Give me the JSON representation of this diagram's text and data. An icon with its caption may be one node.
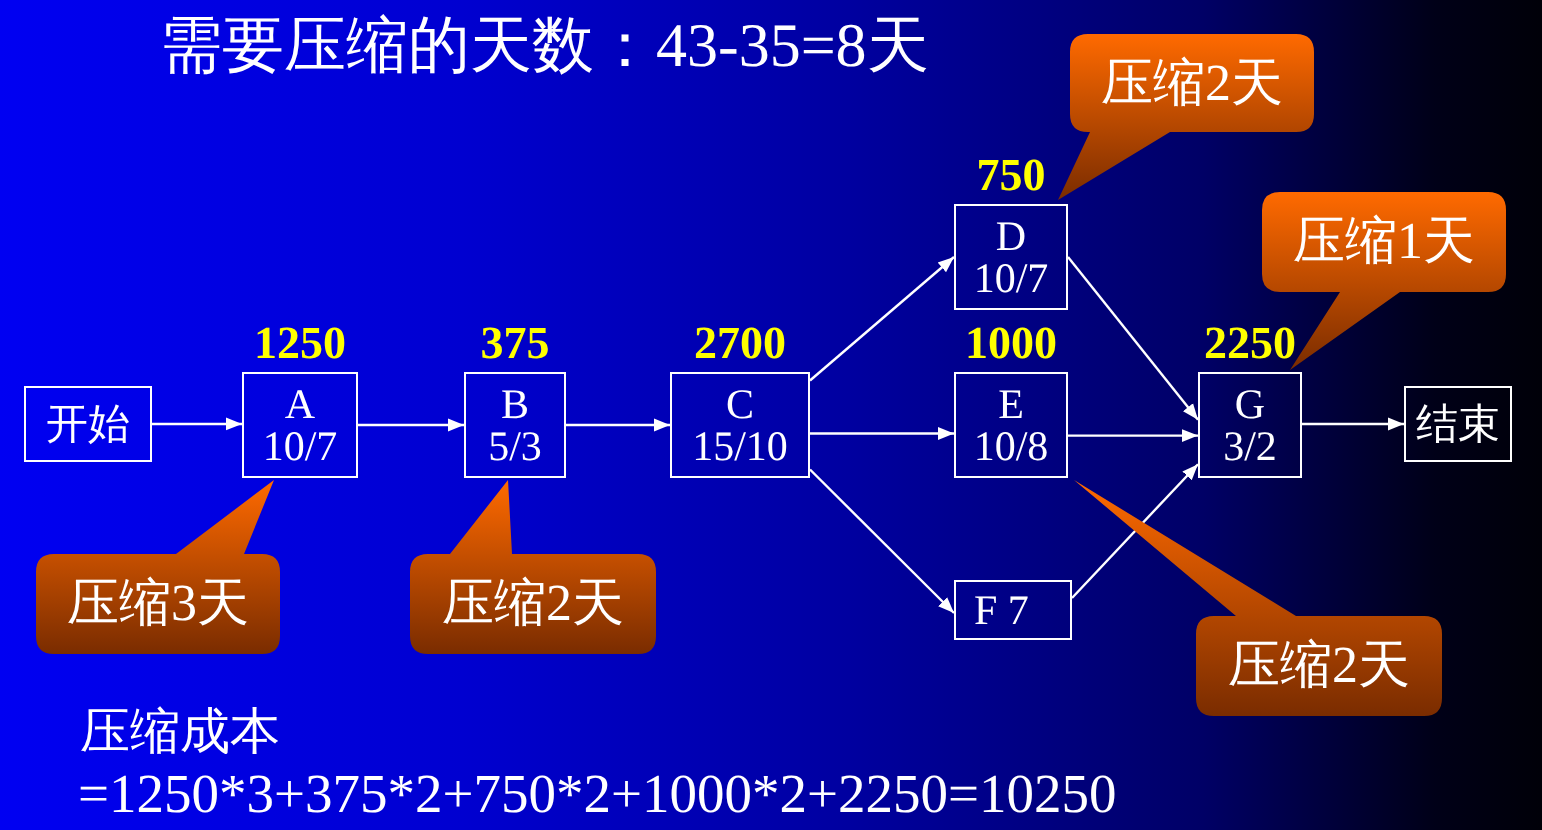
{
  "diagram": {
    "title": "需要压缩的天数：43-35=8天",
    "nodes": [
      {
        "text": [
          "开始"
        ]
      },
      {
        "text": [
          "A",
          "10/7"
        ],
        "beside": [
          "1250"
        ]
      },
      {
        "text": [
          "B",
          "5/3"
        ],
        "beside": [
          "375"
        ]
      },
      {
        "text": [
          "C",
          "15/10"
        ],
        "beside": [
          "2700"
        ]
      },
      {
        "text": [
          "D",
          "10/7"
        ],
        "beside": [
          "750"
        ]
      },
      {
        "text": [
          "E",
          "10/8"
        ],
        "beside": [
          "1000"
        ]
      },
      {
        "text": [
          "F 7"
        ]
      },
      {
        "text": [
          "G",
          "3/2"
        ],
        "beside": [
          "2250"
        ]
      },
      {
        "text": [
          "结束"
        ]
      },
      {
        "text": [
          "压缩3天"
        ]
      },
      {
        "text": [
          "压缩2天"
        ]
      },
      {
        "text": [
          "压缩2天"
        ]
      },
      {
        "text": [
          "压缩1天"
        ]
      },
      {
        "text": [
          "压缩2天"
        ]
      }
    ],
    "edges": [
      {
        "from": 0,
        "to": 1,
        "arrow": "to"
      },
      {
        "from": 1,
        "to": 2,
        "arrow": "to"
      },
      {
        "from": 2,
        "to": 3,
        "arrow": "to"
      },
      {
        "from": 3,
        "to": 4,
        "arrow": "to"
      },
      {
        "from": 3,
        "to": 5,
        "arrow": "to"
      },
      {
        "from": 3,
        "to": 6,
        "arrow": "to"
      },
      {
        "from": 4,
        "to": 7,
        "arrow": "to"
      },
      {
        "from": 5,
        "to": 7,
        "arrow": "to"
      },
      {
        "from": 6,
        "to": 7,
        "arrow": "to"
      },
      {
        "from": 7,
        "to": 8,
        "arrow": "to"
      }
    ],
    "labels": [
      "压缩成本",
      "=1250*3+375*2+750*2+1000*2+2250=10250"
    ]
  }
}
